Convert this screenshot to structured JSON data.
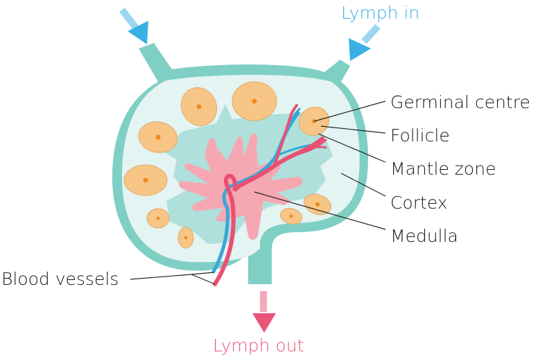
{
  "labels": {
    "lymph_in": "Lymph in",
    "lymph_out": "Lymph out",
    "germinal_centre": "Germinal centre",
    "follicle": "Follicle",
    "mantle_zone": "Mantle zone",
    "cortex": "Cortex",
    "medulla": "Medulla",
    "blood_vessels": "Blood vessels"
  },
  "colors": {
    "capsule": "#7fcfc4",
    "cortex": "#e3f4f3",
    "medulla_sinus": "#a6dcd6",
    "medulla": "#f5a8b2",
    "follicle": "#f7c687",
    "germinal_centre": "#f08a1c",
    "artery": "#ea4f72",
    "vein": "#3aa6d8",
    "lymph_in": "#3ab0e2",
    "lymph_out": "#ea5478"
  }
}
